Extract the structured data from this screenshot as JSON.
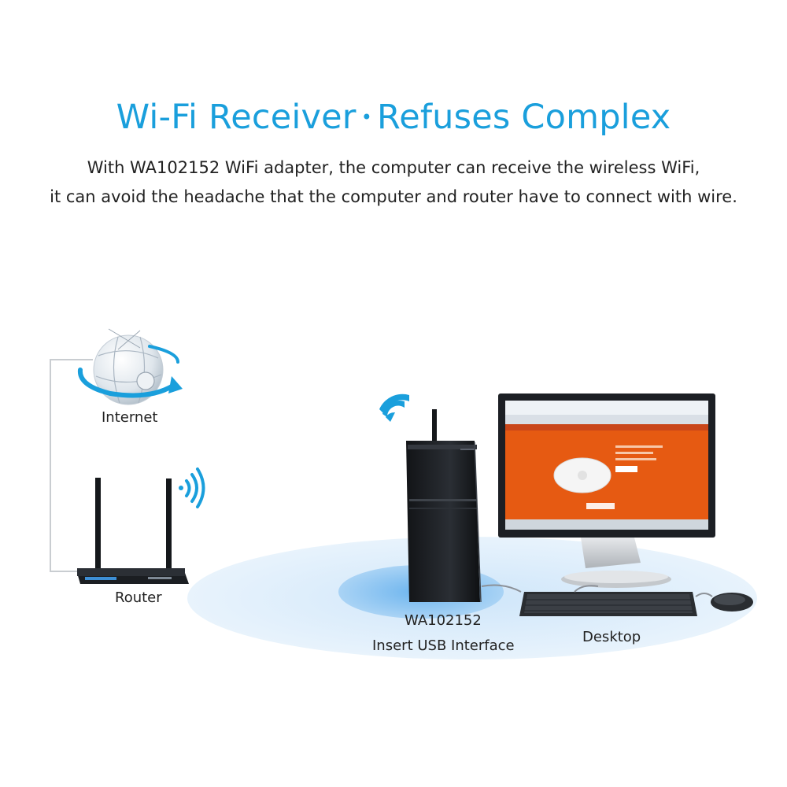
{
  "header": {
    "title_part1": "Wi-Fi Receiver",
    "title_separator": "•",
    "title_part2": "Refuses Complex",
    "description_line1": "With WA102152 WiFi adapter, the computer can receive the wireless WiFi,",
    "description_line2": "it can avoid the headache that the computer and router have to connect with wire."
  },
  "nodes": {
    "internet": {
      "label": "Internet",
      "icon": "globe-icon"
    },
    "router": {
      "label": "Router",
      "icon": "router-icon"
    },
    "adapter": {
      "label_line1": "WA102152",
      "label_line2": "Insert USB Interface",
      "icon": "pc-tower-icon"
    },
    "desktop": {
      "label": "Desktop",
      "icon": "monitor-icon"
    }
  },
  "colors": {
    "accent": "#1a9fdc",
    "coverage_outer": "#d9ecfb",
    "coverage_inner": "#93c9f2",
    "device_dark": "#1c1f24",
    "screen_orange": "#e65a12"
  }
}
